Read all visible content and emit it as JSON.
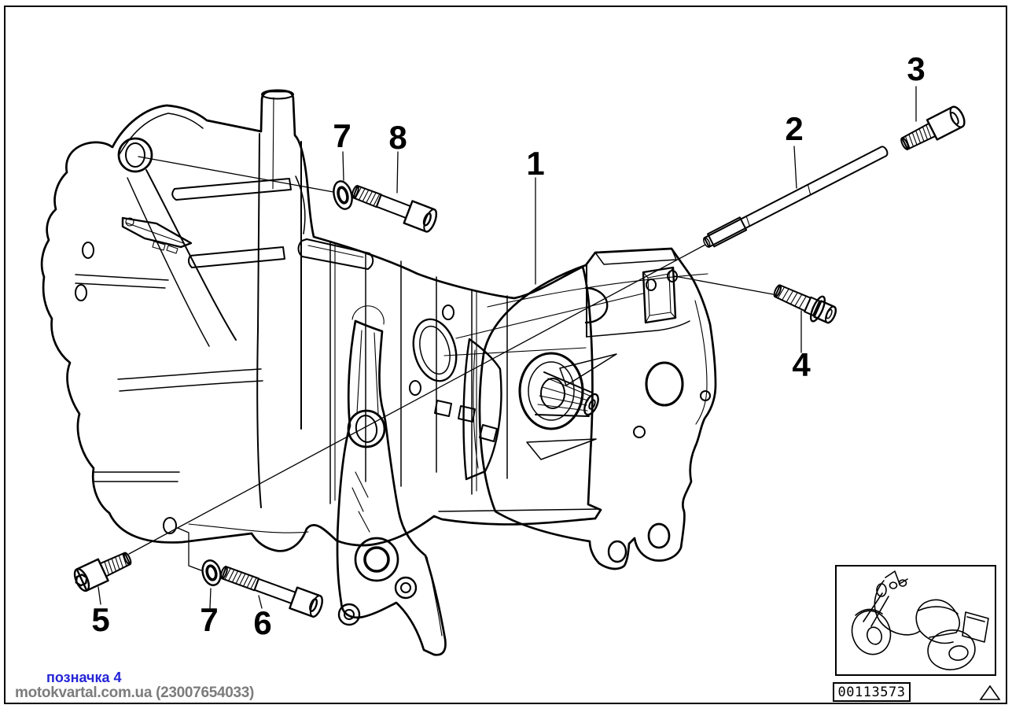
{
  "diagram": {
    "title_hint": "gearbox-housing-parts-diagram",
    "callouts": [
      {
        "label": "1"
      },
      {
        "label": "2"
      },
      {
        "label": "3"
      },
      {
        "label": "4"
      },
      {
        "label": "5"
      },
      {
        "label": "6"
      },
      {
        "label": "7"
      },
      {
        "label": "7"
      },
      {
        "label": "8"
      }
    ]
  },
  "footer": {
    "mark_link": "позначка 4",
    "watermark": "motokvartal.com.ua (23007654033)"
  },
  "stamp_box": {
    "number": "00113573"
  },
  "icons": {
    "motorcycle": "motorcycle-icon",
    "triangle_marker": "triangle-up-icon"
  },
  "colors": {
    "line": "#000000",
    "link_blue": "#2424d6",
    "watermark_gray": "#7c7c7c",
    "background": "#ffffff"
  }
}
